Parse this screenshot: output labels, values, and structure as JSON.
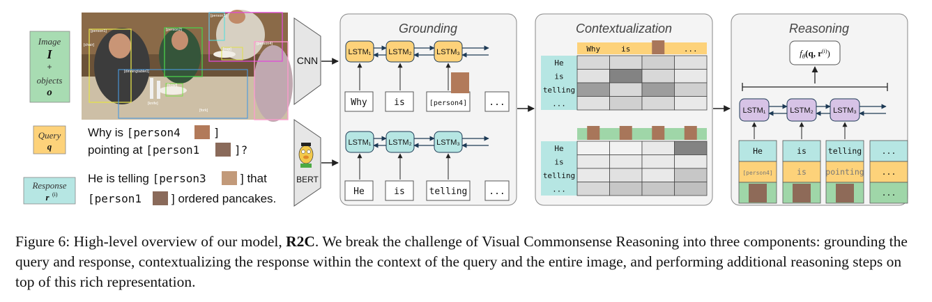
{
  "left": {
    "image_label": "Image",
    "image_symbol": "I",
    "plus": "+",
    "objects_label": "objects",
    "objects_symbol": "o",
    "query_label": "Query",
    "query_symbol": "q",
    "response_label": "Response",
    "response_symbol": "r",
    "response_sup": "(i)",
    "query_text": {
      "line1_a": "Why is ",
      "line1_tag": "[person4",
      "line1_close": "]",
      "line2_a": "pointing at ",
      "line2_tag": "[person1",
      "line2_close": "]?"
    },
    "response_text": {
      "line1_a": "He is telling ",
      "line1_tag": "[person3",
      "line1_close": "] that",
      "line2_tag": "[person1",
      "line2_close": "] ordered pancakes."
    },
    "photo_tags": [
      "[person3]",
      "[person1]",
      "[person2]",
      "[dinningtable0]",
      "[bottle]",
      "[chair]",
      "[cup]",
      "[knife]",
      "[fork]",
      "[bowl]",
      "[person4]"
    ]
  },
  "encoders": {
    "cnn": "CNN",
    "bert": "BERT"
  },
  "grounding": {
    "title": "Grounding",
    "lstm_labels": [
      "LSTM₁",
      "LSTM₂",
      "LSTM₃"
    ],
    "query_tokens": [
      "Why",
      "is",
      "[person4]",
      "..."
    ],
    "response_tokens": [
      "He",
      "is",
      "telling",
      "..."
    ],
    "colors": {
      "query": "#fdd27a",
      "response": "#b6e6e3"
    }
  },
  "contextualization": {
    "title": "Contextualization",
    "top_header": [
      "Why",
      "is",
      "",
      "..."
    ],
    "row_labels": [
      "He",
      "is",
      "telling",
      "..."
    ],
    "top_grid": [
      [
        0.2,
        0.2,
        0.25,
        0.15
      ],
      [
        0.15,
        0.7,
        0.2,
        0.1
      ],
      [
        0.55,
        0.2,
        0.55,
        0.25
      ],
      [
        0.15,
        0.25,
        0.2,
        0.1
      ]
    ],
    "bottom_grid": [
      [
        0.05,
        0.05,
        0.1,
        0.7
      ],
      [
        0.1,
        0.1,
        0.1,
        0.1
      ],
      [
        0.1,
        0.15,
        0.1,
        0.3
      ],
      [
        0.2,
        0.3,
        0.3,
        0.35
      ]
    ]
  },
  "reasoning": {
    "title": "Reasoning",
    "formula_f": "f",
    "formula_theta": "θ",
    "formula_args": "(q, r",
    "formula_sup": "(i)",
    "formula_close": ")",
    "lstm_labels": [
      "LSTM₁",
      "LSTM₂",
      "LSTM₃"
    ],
    "columns": [
      {
        "response": "He",
        "query": "[person4]"
      },
      {
        "response": "is",
        "query": "is"
      },
      {
        "response": "telling",
        "query": "pointing"
      },
      {
        "response": "...",
        "query": "..."
      }
    ],
    "colors": {
      "lstm": "#d7c3e6",
      "green": "#9fd6a8"
    }
  },
  "caption": {
    "prefix": "Figure 6: High-level overview of our model, ",
    "model": "R2C",
    "suffix": ". We break the challenge of Visual Commonsense Reasoning into three components: grounding the query and response, contextualizing the response within the context of the query and the entire image, and performing additional reasoning steps on top of this rich representation."
  }
}
